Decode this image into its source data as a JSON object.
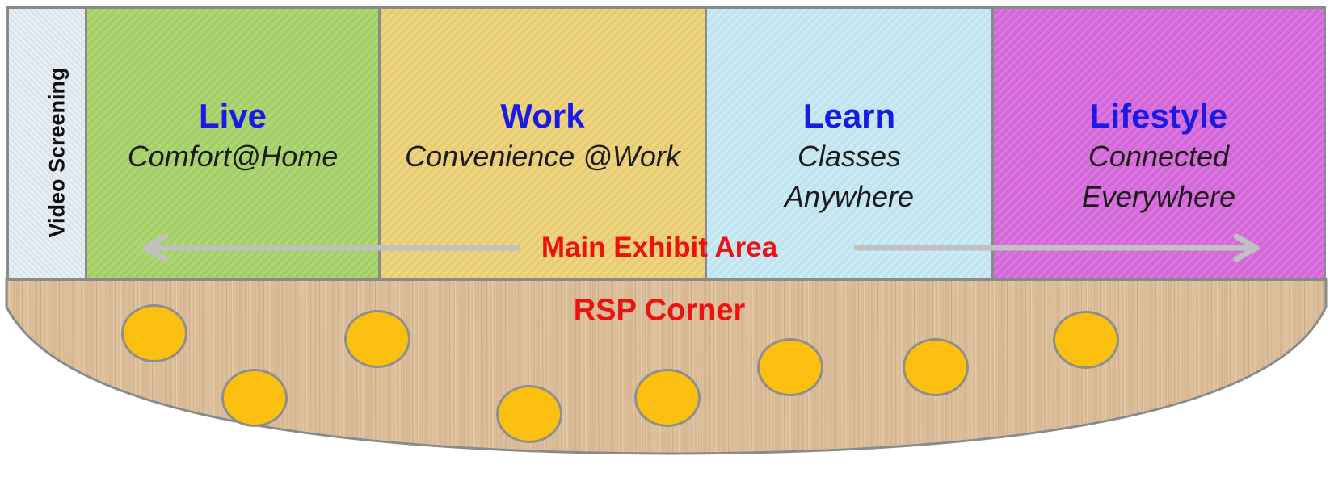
{
  "booths": {
    "video": {
      "label": "Video Screening",
      "color": "#dfe9f2"
    },
    "live": {
      "title": "Live",
      "subtitle": "Comfort@Home",
      "color": "#a8d46a"
    },
    "work": {
      "title": "Work",
      "subtitle": "Convenience @Work",
      "color": "#edd277"
    },
    "learn": {
      "title": "Learn",
      "subtitle_line1": "Classes",
      "subtitle_line2": "Anywhere",
      "color": "#c4e8f4"
    },
    "lifestyle": {
      "title": "Lifestyle",
      "subtitle_line1": "Connected",
      "subtitle_line2": "Everywhere",
      "color": "#d96ade"
    }
  },
  "main_area_label": "Main Exhibit Area",
  "rsp_corner": {
    "label": "RSP Corner",
    "seat_count": 8,
    "seat_color": "#fbbf10",
    "floor_color": "#d9bb98"
  },
  "colors": {
    "title_blue": "#1a1ae6",
    "label_red": "#ee1111",
    "border_gray": "#8a8a8a",
    "arrow_gray": "#c0c0c0"
  }
}
